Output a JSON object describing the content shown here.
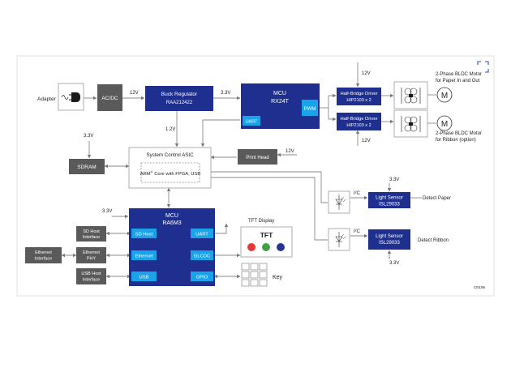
{
  "labels": {
    "adapter": "Adapter",
    "acdc": "AC/DC",
    "v12_in": "12V",
    "buck_title": "Buck Regulator",
    "buck_part": "RAA212422",
    "v33_buck": "3.3V",
    "mcu1_title": "MCU",
    "mcu1_part": "RX24T",
    "pwm": "PWM",
    "uart1": "UART",
    "v12_top": "12V",
    "hb1_title": "Half-Bridge Driver",
    "hb1_part": "HIP2103 x 2",
    "hb2_title": "Half-Bridge Driver",
    "hb2_part": "HIP2103 x 2",
    "v12_bot": "12V",
    "motor1_l1": "2-Phase BLDC Motor",
    "motor1_l2": "for Paper In and Out",
    "motor2_l1": "2-Phase BLDC Motor",
    "motor2_l2": "for Ribbon (option)",
    "motor_glyph": "M",
    "v12_buck": "1.2V",
    "v33_sdram": "3.3V",
    "sdram": "SDRAM",
    "asic_title": "System Control ASIC",
    "asic_inner_pre": "ARM",
    "asic_inner_reg": "®",
    "asic_inner_post": " Core with FPGA, USB",
    "printhead": "Print Head",
    "v12_ph": "12V",
    "i2c1": "I²C",
    "i2c2": "I²C",
    "ls1_title": "Light Sensor",
    "ls1_part": "ISL29033",
    "ls2_title": "Light Sensor",
    "ls2_part": "ISL29033",
    "v33_ls1": "3.3V",
    "v33_ls2": "3.3V",
    "detect_paper": "Detect Paper",
    "detect_ribbon": "Detect Ribbon",
    "v33_mcu2": "3.3V",
    "mcu2_title": "MCU",
    "mcu2_part": "RA6M3",
    "sdhost": "SD Host",
    "ethernet": "Ethernet",
    "usb": "USB",
    "uart2": "UART",
    "glcdc": "GLCDC",
    "gpio": "GPIO",
    "sd_iface_l1": "SD Host",
    "sd_iface_l2": "Interface",
    "eth_phy_l1": "Ethernet",
    "eth_phy_l2": "PHY",
    "eth_iface_l1": "Ethernet",
    "eth_iface_l2": "Interface",
    "usb_iface_l1": "USB Host",
    "usb_iface_l2": "Interface",
    "tft_display": "TFT Display",
    "tft": "TFT",
    "key": "Key",
    "code": "CN195"
  },
  "colors": {
    "mcu_blue": "#1f2f8f",
    "port_cyan": "#1aa3e8",
    "gray_box": "#5a5a5a",
    "tft_red": "#e53935",
    "tft_green": "#43a047",
    "tft_blue": "#283593"
  },
  "icons": [
    "ac-plug-icon",
    "motor-icon",
    "mosfet-bridge-icon",
    "photodiode-icon",
    "keypad-icon",
    "expand-corner-icon"
  ]
}
